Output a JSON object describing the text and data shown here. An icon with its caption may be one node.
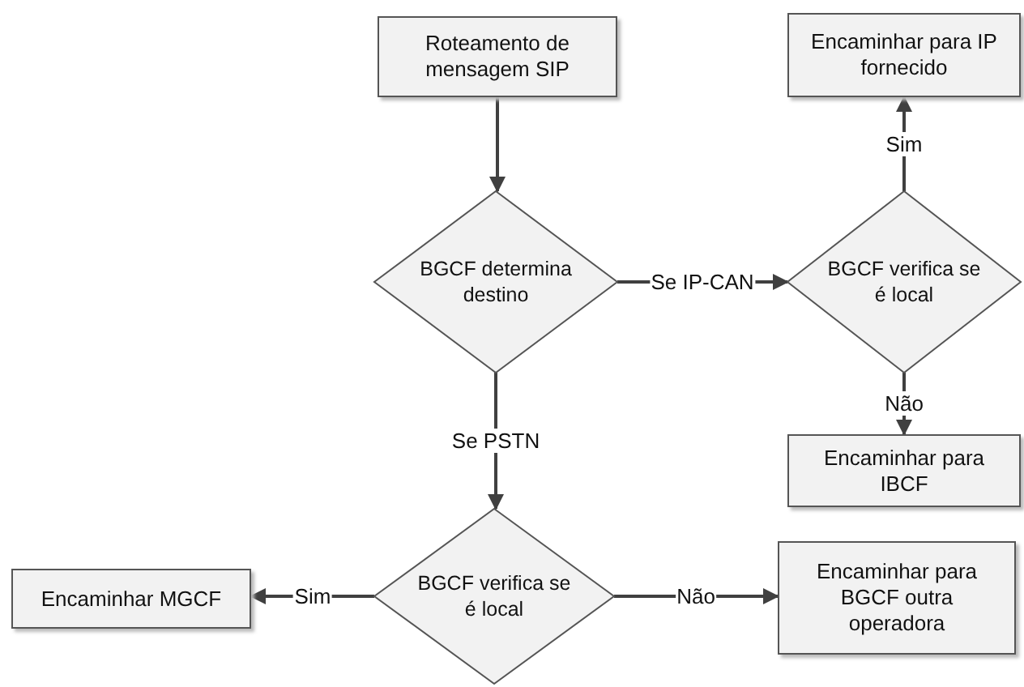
{
  "diagram": {
    "nodes": [
      {
        "text": [
          "Roteamento de mensagem SIP"
        ]
      },
      {
        "text": [
          "BGCF determina destino"
        ]
      },
      {
        "text": [
          "BGCF verifica se é local"
        ]
      },
      {
        "text": [
          "Encaminhar para IP fornecido"
        ]
      },
      {
        "text": [
          "Encaminhar para IBCF"
        ]
      },
      {
        "text": [
          "BGCF verifica se é local"
        ]
      },
      {
        "text": [
          "Encaminhar MGCF"
        ]
      },
      {
        "text": [
          "Encaminhar para BGCF outra operadora"
        ]
      }
    ],
    "edges": [
      {
        "from": 0,
        "to": 1,
        "arrow": "to"
      },
      {
        "from": 1,
        "to": 2,
        "arrow": "to",
        "label": "Se IP-CAN"
      },
      {
        "from": 2,
        "to": 3,
        "arrow": "to",
        "label": "Sim"
      },
      {
        "from": 2,
        "to": 4,
        "arrow": "to",
        "label": "Não"
      },
      {
        "from": 1,
        "to": 5,
        "arrow": "to",
        "label": "Se PSTN"
      },
      {
        "from": 5,
        "to": 6,
        "arrow": "to",
        "label": "Sim"
      },
      {
        "from": 5,
        "to": 7,
        "arrow": "to",
        "label": "Não"
      }
    ]
  }
}
